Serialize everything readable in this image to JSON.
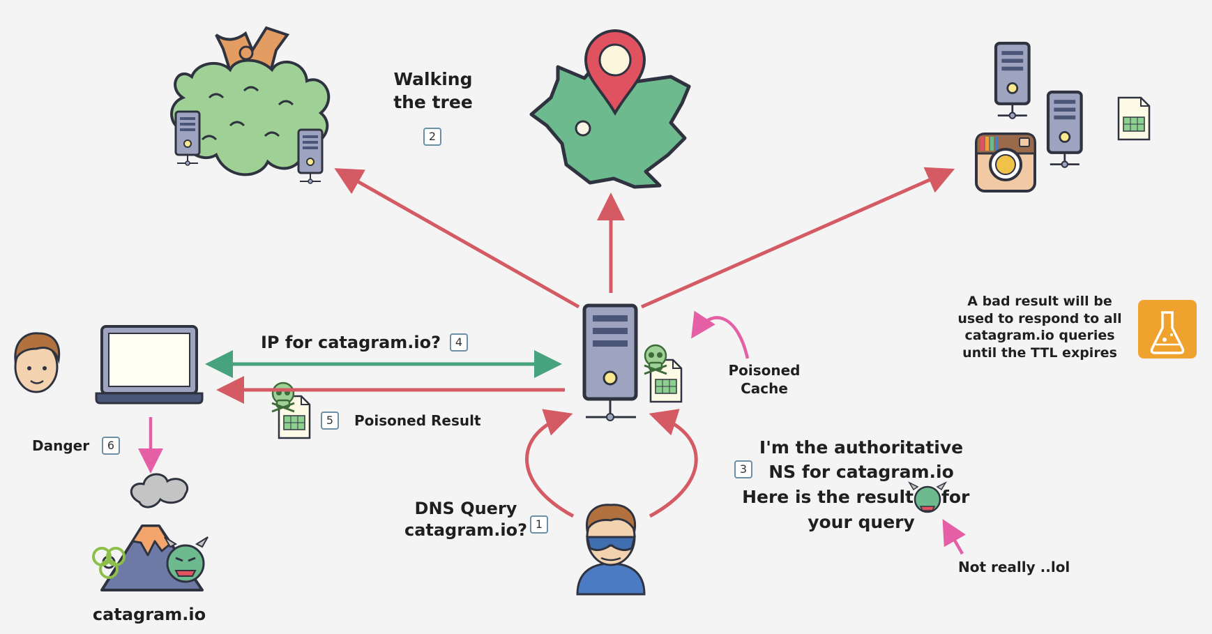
{
  "labels": {
    "walking": "Walking\nthe tree",
    "ip_question": "IP for catagram.io?",
    "poisoned_cache": "Poisoned\nCache",
    "poisoned_result": "Poisoned Result",
    "danger": "Danger",
    "dns_query": "DNS Query\ncatagram.io?",
    "attacker_claim_1": "I'm the authoritative",
    "attacker_claim_2": "NS for catagram.io",
    "attacker_claim_3a": "Here is the result",
    "attacker_claim_3b": "for",
    "attacker_claim_4": "your query",
    "not_really": "Not really ..lol",
    "bad_result": "A bad result will be\nused to respond to all\ncatagram.io queries\nuntil the TTL expires",
    "catagram": "catagram.io"
  },
  "steps": {
    "s1": "1",
    "s2": "2",
    "s3": "3",
    "s4": "4",
    "s5": "5",
    "s6": "6"
  },
  "colors": {
    "red_arrow": "#d45a63",
    "green_arrow": "#46a37e",
    "pink_arrow": "#e45fa6",
    "server_body": "#9ea3bf",
    "outline": "#2f3340",
    "bush": "#9fd095",
    "map_green": "#6cba8e",
    "pin_red": "#e0525f",
    "lab_orange": "#f0a22e"
  },
  "icons": [
    "tree-icon",
    "map-pin-icon",
    "server-icon",
    "instagram-icon",
    "document-icon",
    "user-icon",
    "laptop-icon",
    "attacker-icon",
    "skull-icon",
    "volcano-icon",
    "biohazard-icon",
    "monster-icon",
    "lab-flask-icon"
  ]
}
